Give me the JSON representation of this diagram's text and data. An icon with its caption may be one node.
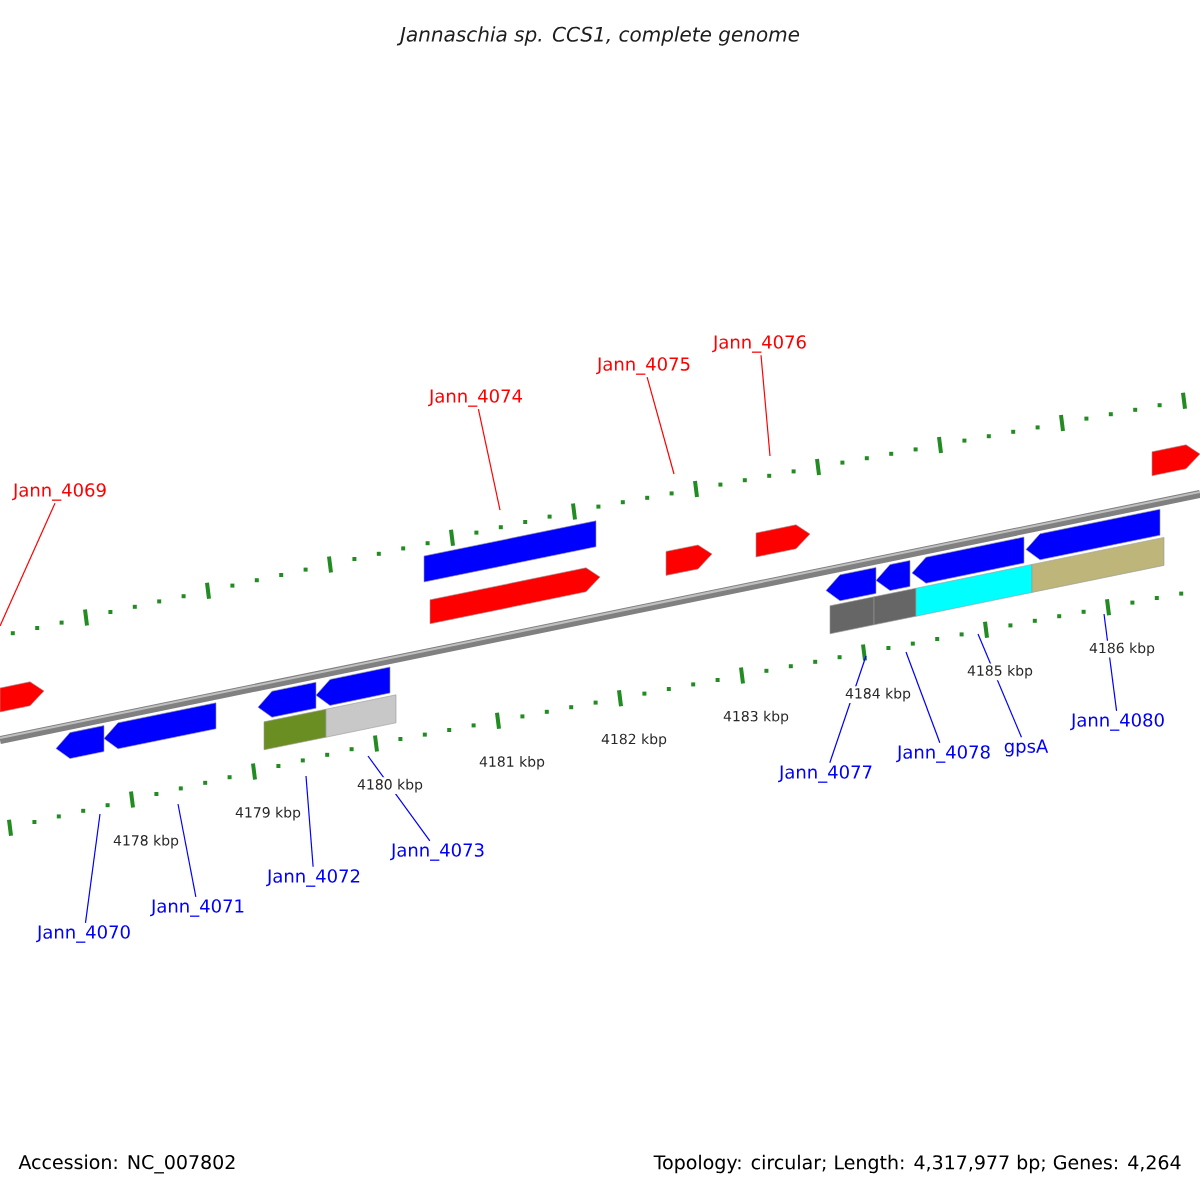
{
  "diagram": {
    "title": "Jannaschia sp. CCS1, complete genome",
    "nodes": [
      {
        "text": [
          "Jann_4069"
        ]
      },
      {
        "text": [
          "Jann_4070"
        ]
      },
      {
        "text": [
          "Jann_4071"
        ]
      },
      {
        "text": [
          "Jann_4072"
        ]
      },
      {
        "text": [
          "Jann_4073"
        ]
      },
      {
        "text": [
          "Jann_4074"
        ]
      },
      {
        "text": [
          "Jann_4075"
        ]
      },
      {
        "text": [
          "Jann_4076"
        ]
      },
      {
        "text": [
          "Jann_4077"
        ]
      },
      {
        "text": [
          "Jann_4078"
        ]
      },
      {
        "text": [
          "gpsA"
        ]
      },
      {
        "text": [
          "Jann_4080"
        ]
      }
    ],
    "edges": [
      {
        "from": 0,
        "to": null,
        "arrow": "none",
        "color": "#ff0000"
      },
      {
        "from": 1,
        "to": null,
        "arrow": "none"
      },
      {
        "from": 2,
        "to": null,
        "arrow": "none"
      },
      {
        "from": 3,
        "to": null,
        "arrow": "none"
      },
      {
        "from": 4,
        "to": null,
        "arrow": "none"
      },
      {
        "from": 5,
        "to": null,
        "arrow": "none",
        "color": "#ff0000"
      },
      {
        "from": 6,
        "to": null,
        "arrow": "none",
        "color": "#ff0000"
      },
      {
        "from": 7,
        "to": null,
        "arrow": "none",
        "color": "#ff0000"
      },
      {
        "from": 8,
        "to": null,
        "arrow": "none"
      },
      {
        "from": 9,
        "to": null,
        "arrow": "none"
      },
      {
        "from": 10,
        "to": null,
        "arrow": "none"
      },
      {
        "from": 11,
        "to": null,
        "arrow": "none"
      }
    ],
    "labels": [
      "4178 kbp",
      "4179 kbp",
      "4180 kbp",
      "4181 kbp",
      "4182 kbp",
      "4183 kbp",
      "4184 kbp",
      "4185 kbp",
      "4186 kbp",
      "Accession: NC_007802",
      "Topology: circular; Length: 4,317,977 bp; Genes: 4,264"
    ]
  }
}
